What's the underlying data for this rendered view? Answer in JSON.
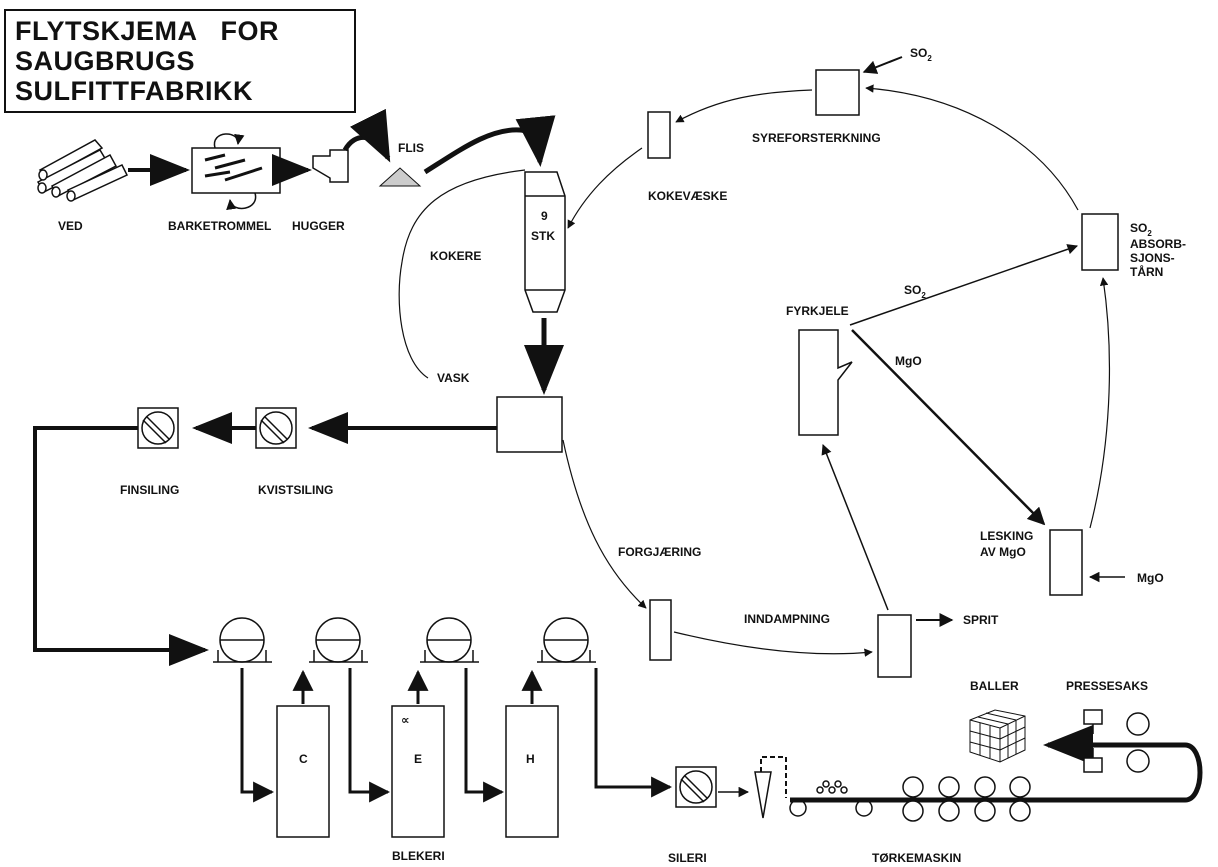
{
  "title": {
    "line1": "FLYTSKJEMA   FOR",
    "line2": "SAUGBRUGS",
    "line3": "SULFITTFABRIKK"
  },
  "labels": {
    "ved": "VED",
    "barketrommel": "BARKETROMMEL",
    "hugger": "HUGGER",
    "flis": "FLIS",
    "kokere": "KOKERE",
    "kokere_count_num": "9",
    "kokere_count_unit": "STK",
    "vask": "VASK",
    "kokevaeske": "KOKEVÆSKE",
    "syreforsterkning": "SYREFORSTERKNING",
    "so2_input": "SO",
    "so2_absorb_line1": "SO",
    "so2_absorb_line2": "ABSORB-",
    "so2_absorb_line3": "SJONS-",
    "so2_absorb_line4": "TÅRN",
    "so2_arrow": "SO",
    "fyrkjele": "FYRKJELE",
    "mgo_arrow": "MgO",
    "lesking_line1": "LESKING",
    "lesking_line2": "AV MgO",
    "mgo_input": "MgO",
    "forgjaering": "FORGJÆRING",
    "inndampning": "INNDAMPNING",
    "sprit": "SPRIT",
    "finsiling": "FINSILING",
    "kvistsiling": "KVISTSILING",
    "bleach_c": "C",
    "bleach_e": "E",
    "bleach_e_mark": "∝",
    "bleach_h": "H",
    "blekeri": "BLEKERI",
    "sileri": "SILERI",
    "torkemaskin": "TØRKEMASKIN",
    "baller": "BALLER",
    "pressesaks": "PRESSESAKS",
    "subscript_2": "2"
  },
  "colors": {
    "ink": "#111111",
    "paper": "#ffffff"
  }
}
